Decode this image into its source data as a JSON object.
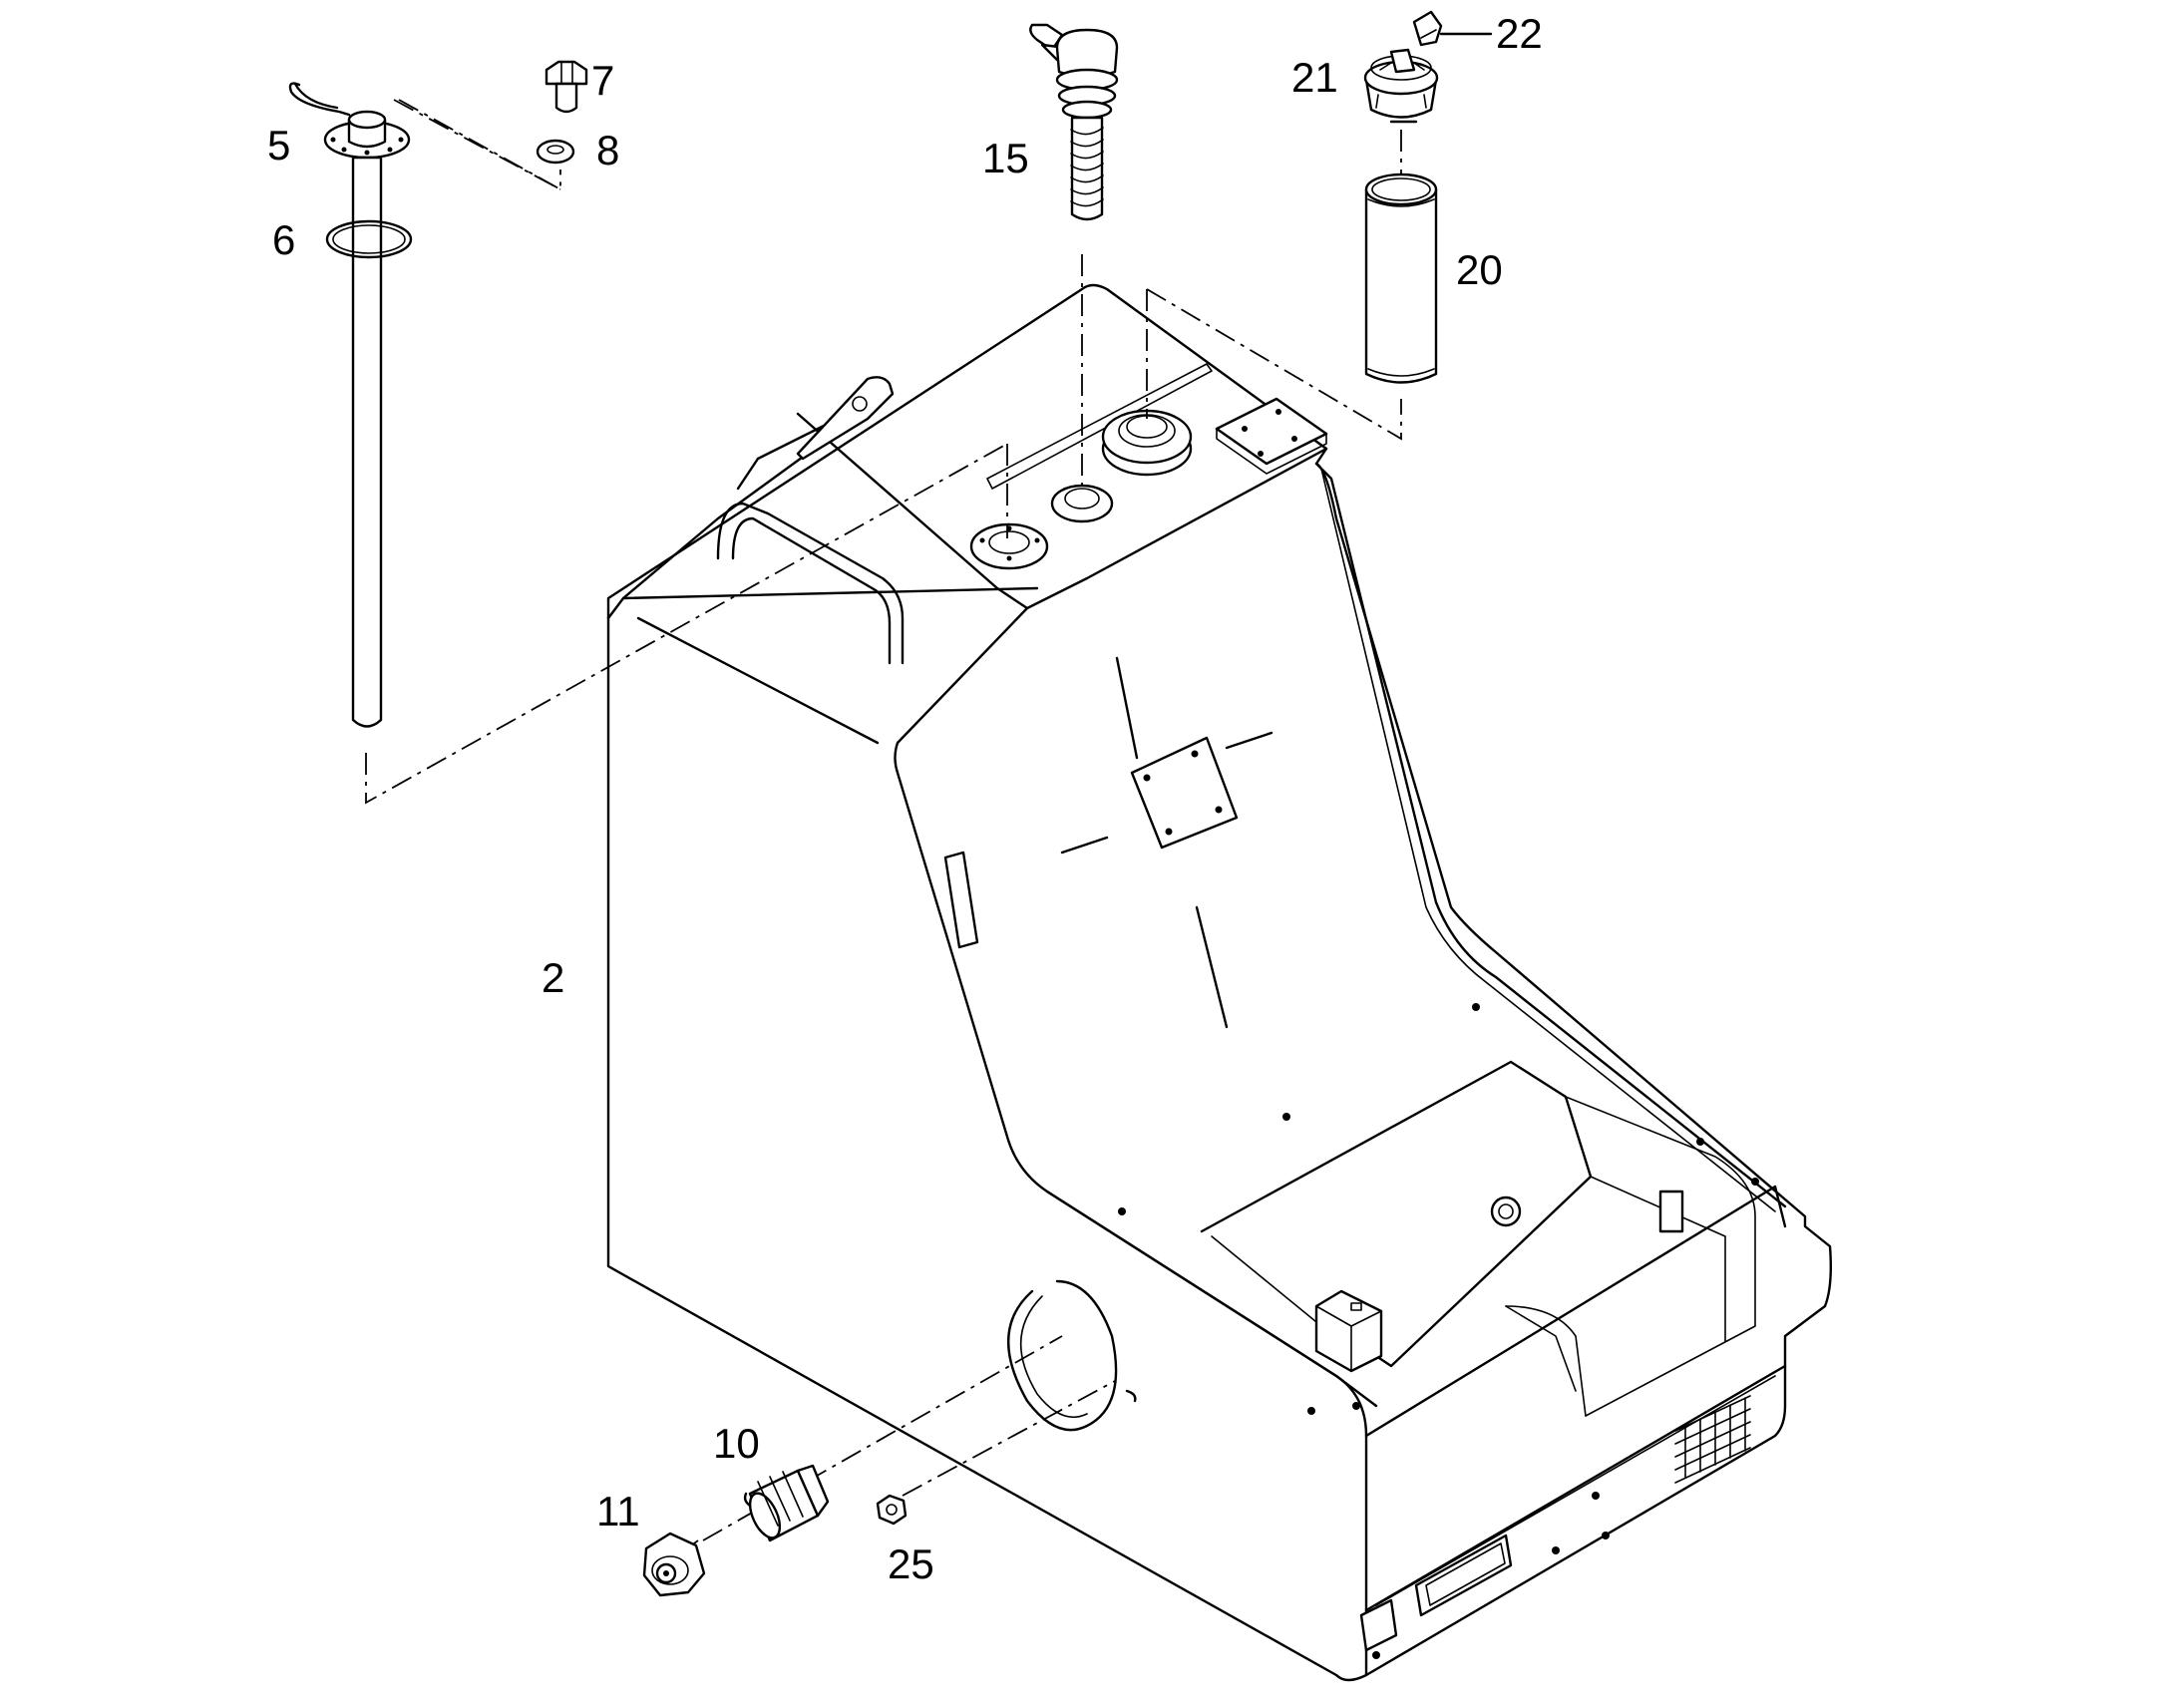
{
  "callouts": {
    "c2": "2",
    "c5": "5",
    "c6": "6",
    "c7": "7",
    "c8": "8",
    "c10": "10",
    "c11": "11",
    "c15": "15",
    "c20": "20",
    "c21": "21",
    "c22": "22",
    "c25": "25"
  }
}
